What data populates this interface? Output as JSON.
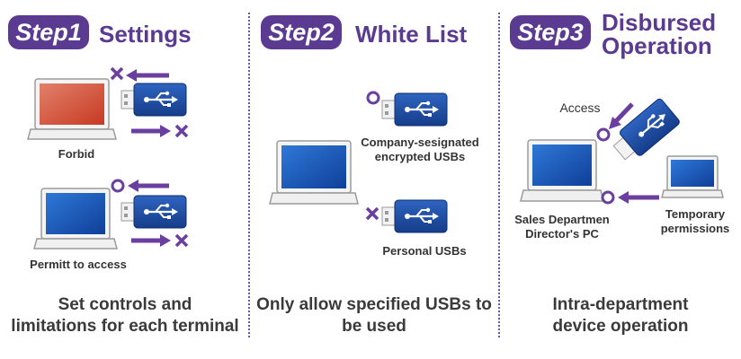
{
  "step1": {
    "badge": "Step1",
    "title": "Settings",
    "label_forbid": "Forbid",
    "label_permit": "Permitt to access",
    "caption_line1": "Set controls and",
    "caption_line2": "limitations for each terminal"
  },
  "step2": {
    "badge": "Step2",
    "title": "White List",
    "label_company_line1": "Company-sesignated",
    "label_company_line2": "encrypted USBs",
    "label_personal": "Personal USBs",
    "caption_line1": "Only allow specified USBs to",
    "caption_line2": "be used"
  },
  "step3": {
    "badge": "Step3",
    "title_line1": "Disbursed",
    "title_line2": "Operation",
    "label_access": "Access",
    "label_pc_line1": "Sales Departmen",
    "label_pc_line2": "Director's PC",
    "label_temp_line1": "Temporary",
    "label_temp_line2": "permissions",
    "caption_line1": "Intra-department",
    "caption_line2": "device operation"
  },
  "colors": {
    "purple": "#5b3a92",
    "arrow_purple": "#6a3fa0",
    "usb_blue": "#1f4fa8",
    "screen_blue": "#1d5fc4",
    "screen_red": "#d2452d"
  }
}
